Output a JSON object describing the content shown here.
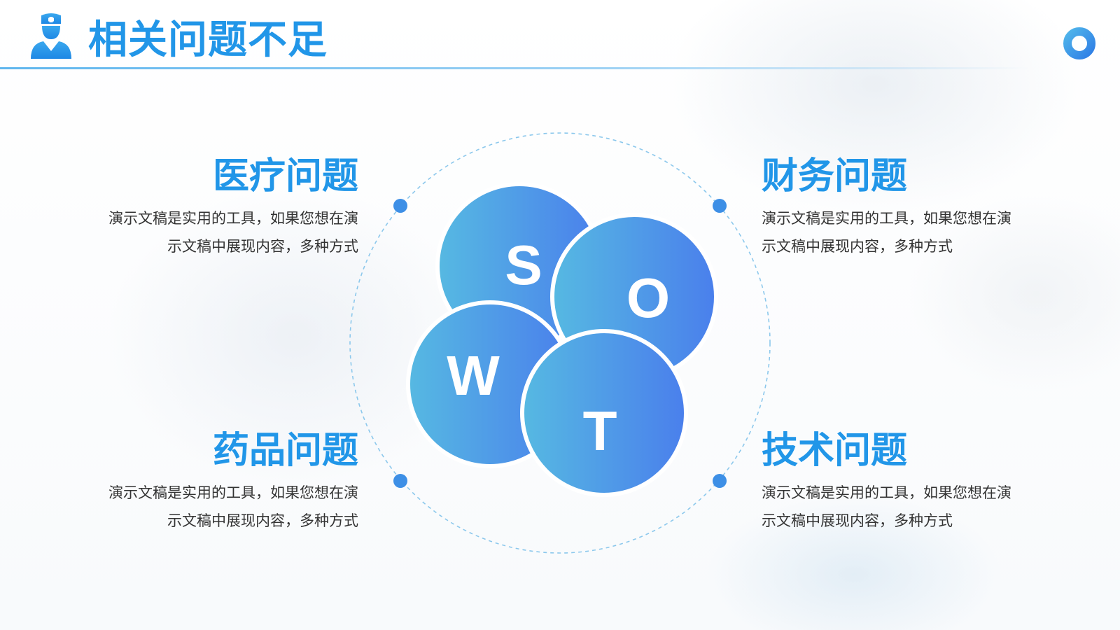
{
  "header": {
    "title": "相关问题不足",
    "icon": "doctor-icon",
    "badge_icon": "ring-icon"
  },
  "colors": {
    "accent": "#2196e8",
    "gradient_start": "#56b9e2",
    "gradient_end": "#4a7fec",
    "text": "#333333"
  },
  "diagram": {
    "petals": [
      {
        "letter": "S"
      },
      {
        "letter": "O"
      },
      {
        "letter": "W"
      },
      {
        "letter": "T"
      }
    ]
  },
  "blocks": {
    "top_left": {
      "title": "医疗问题",
      "line1": "演示文稿是实用的工具，如果您想在演",
      "line2": "示文稿中展现内容，多种方式"
    },
    "top_right": {
      "title": "财务问题",
      "line1": "演示文稿是实用的工具，如果您想在演",
      "line2": "示文稿中展现内容，多种方式"
    },
    "bottom_left": {
      "title": "药品问题",
      "line1": "演示文稿是实用的工具，如果您想在演",
      "line2": "示文稿中展现内容，多种方式"
    },
    "bottom_right": {
      "title": "技术问题",
      "line1": "演示文稿是实用的工具，如果您想在演",
      "line2": "示文稿中展现内容，多种方式"
    }
  }
}
